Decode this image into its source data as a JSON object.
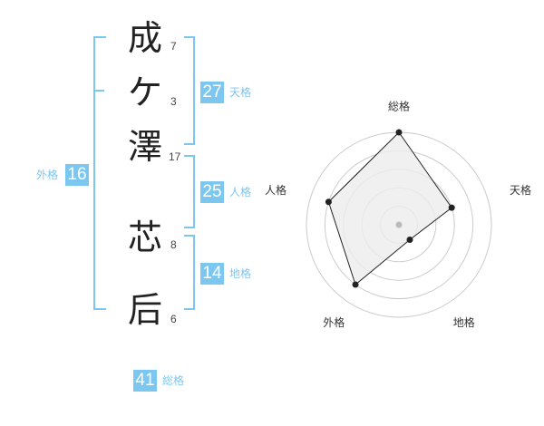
{
  "name": {
    "chars": [
      {
        "char": "成",
        "strokes": "7"
      },
      {
        "char": "ケ",
        "strokes": "3"
      },
      {
        "char": "澤",
        "strokes": "17"
      },
      {
        "char": "芯",
        "strokes": "8"
      },
      {
        "char": "后",
        "strokes": "6"
      }
    ]
  },
  "scores": {
    "tenkaku": {
      "value": "27",
      "label": "天格"
    },
    "jinkaku": {
      "value": "25",
      "label": "人格"
    },
    "chikaku": {
      "value": "14",
      "label": "地格"
    },
    "gaikaku": {
      "value": "16",
      "label": "外格"
    },
    "soukaku": {
      "value": "41",
      "label": "総格"
    }
  },
  "chart_data": {
    "type": "radar",
    "axes": [
      "総格",
      "天格",
      "地格",
      "外格",
      "人格"
    ],
    "values": [
      5,
      3,
      1,
      4,
      4
    ],
    "max": 5,
    "rings": 4,
    "colors": {
      "fill": "#ececec",
      "stroke": "#222222",
      "ring": "#cccccc",
      "center": "#bbbbbb"
    }
  }
}
